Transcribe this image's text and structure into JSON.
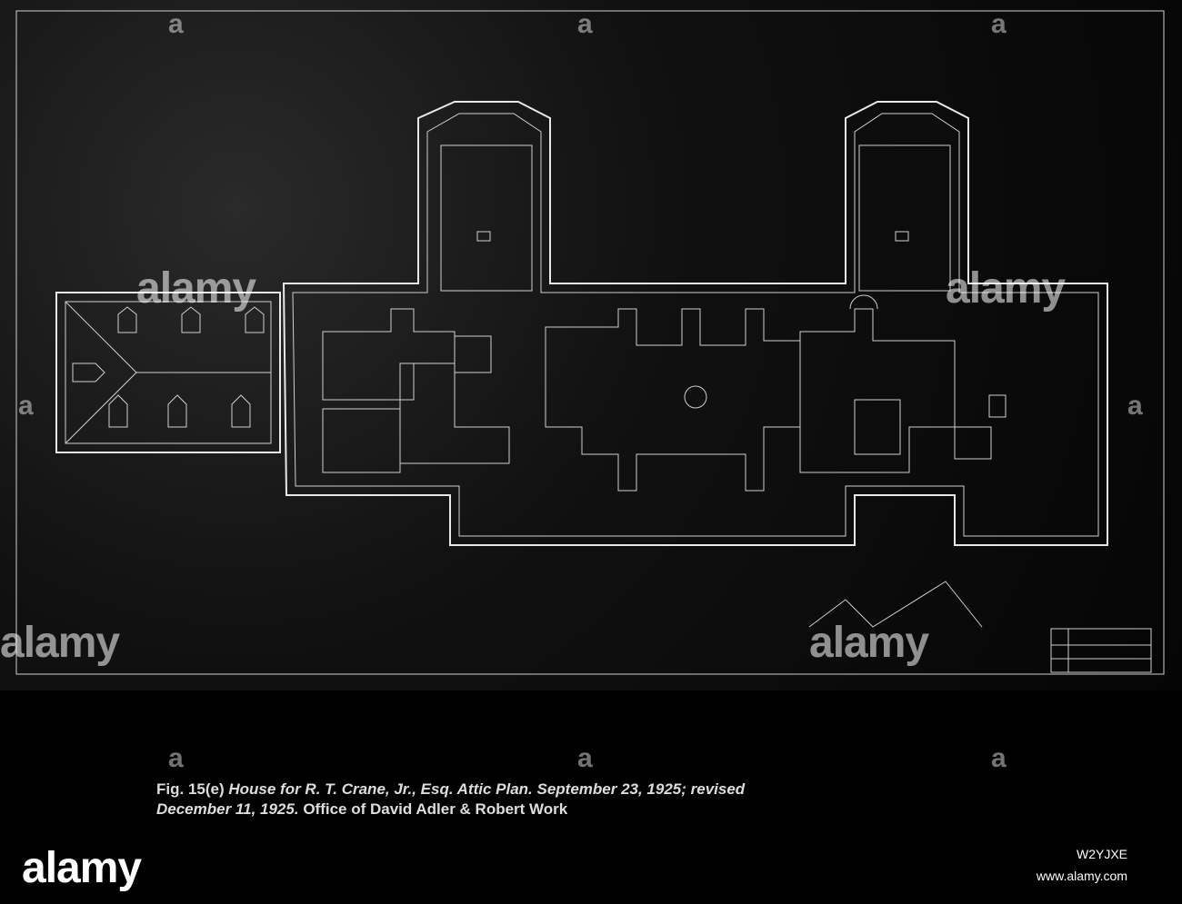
{
  "caption": {
    "fig_label": "Fig. 15(e)",
    "italic_part_1": "House for R. T. Crane, Jr., Esq.  Attic Plan.  September 23, 1925; revised",
    "italic_part_2": "December 11, 1925.",
    "office": "Office of David Adler & Robert Work"
  },
  "watermark": {
    "text": "alamy",
    "mark": "a"
  },
  "footer": {
    "logo": "alamy",
    "image_id": "W2YJXE",
    "site": "www.alamy.com"
  },
  "colors": {
    "background": "#000000",
    "drawing_lines": "#e8e8e8"
  }
}
